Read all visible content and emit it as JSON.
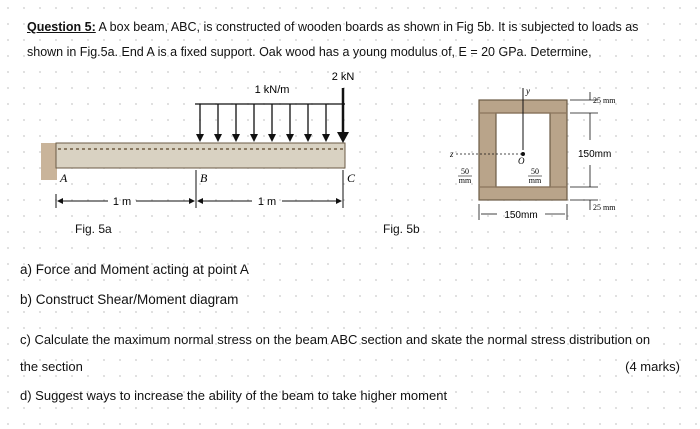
{
  "question": {
    "label": "Question 5:",
    "line1": " A box beam, ABC, is constructed of wooden boards as shown in Fig 5b. It is subjected to loads as",
    "line2": "shown in Fig.5a. End A is a fixed support. Oak wood has a young modulus of, E = 20 GPa. Determine,"
  },
  "fig5a": {
    "caption": "Fig. 5a",
    "udl_label": "1 kN/m",
    "point_load_label": "2 kN",
    "point_a": "A",
    "point_b": "B",
    "point_c": "C",
    "span_ab": "1 m",
    "span_bc": "1 m"
  },
  "fig5b": {
    "caption": "Fig. 5b",
    "axis_y": "y",
    "axis_z": "z",
    "origin": "O",
    "top_thickness": "25 mm",
    "web_height": "150mm",
    "bottom_thickness": "25 mm",
    "width": "150mm",
    "side_thickness_top": "50",
    "side_thickness_bottom": "mm",
    "inner_thickness_top": "50",
    "inner_thickness_bottom": "mm"
  },
  "parts": {
    "a": "a) Force and Moment acting at point A",
    "b": "b) Construct Shear/Moment diagram",
    "c_line1": "c) Calculate the maximum normal stress on the beam ABC section and skate the normal stress distribution on",
    "c_line2": "the section",
    "c_marks": "(4 marks)",
    "d": "d) Suggest ways to increase the ability of the beam to take higher moment"
  }
}
